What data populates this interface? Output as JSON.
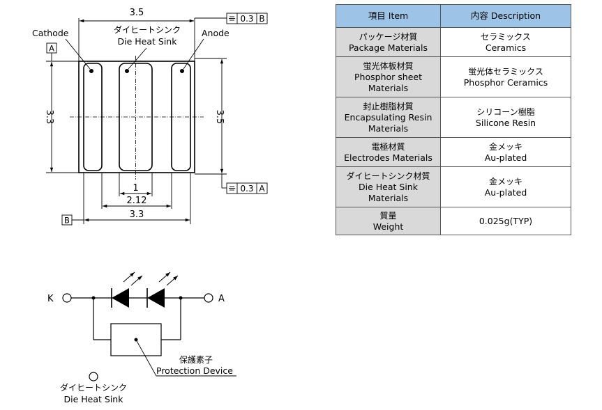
{
  "drawing": {
    "dim_width_top": "3.5",
    "tol_top": "0.3",
    "tol_top_ref": "B",
    "label_cathode": "Cathode",
    "label_heatsink_ja": "ダイヒートシンク",
    "label_heatsink_en": "Die Heat Sink",
    "label_anode": "Anode",
    "datum_a": "A",
    "dim_left": "3.3",
    "dim_right": "3.5",
    "tol_bottom": "0.3",
    "tol_bottom_ref": "A",
    "dim_center": "1",
    "dim_pitch": "2.12",
    "datum_b": "B",
    "dim_width_bottom": "3.3"
  },
  "circuit": {
    "k_label": "K",
    "a_label": "A",
    "protection_ja": "保護素子",
    "protection_en": "Protection Device",
    "heatsink_ja": "ダイヒートシンク",
    "heatsink_en": "Die Heat Sink"
  },
  "table": {
    "headers": [
      "項目 Item",
      "内容 Description"
    ],
    "rows": [
      {
        "item_ja": "パッケージ材質",
        "item_en": "Package Materials",
        "desc_ja": "セラミックス",
        "desc_en": "Ceramics"
      },
      {
        "item_ja": "蛍光体板材質",
        "item_en": "Phosphor sheet Materials",
        "desc_ja": "蛍光体セラミックス",
        "desc_en": "Phosphor Ceramics"
      },
      {
        "item_ja": "封止樹脂材質",
        "item_en": "Encapsulating Resin Materials",
        "desc_ja": "シリコーン樹脂",
        "desc_en": "Silicone Resin"
      },
      {
        "item_ja": "電極材質",
        "item_en": "Electrodes Materials",
        "desc_ja": "金メッキ",
        "desc_en": "Au-plated"
      },
      {
        "item_ja": "ダイヒートシンク材質",
        "item_en": "Die Heat Sink Materials",
        "desc_ja": "金メッキ",
        "desc_en": "Au-plated"
      },
      {
        "item_ja": "質量",
        "item_en": "Weight",
        "desc_ja": "",
        "desc_en": "0.025g(TYP)"
      }
    ]
  }
}
